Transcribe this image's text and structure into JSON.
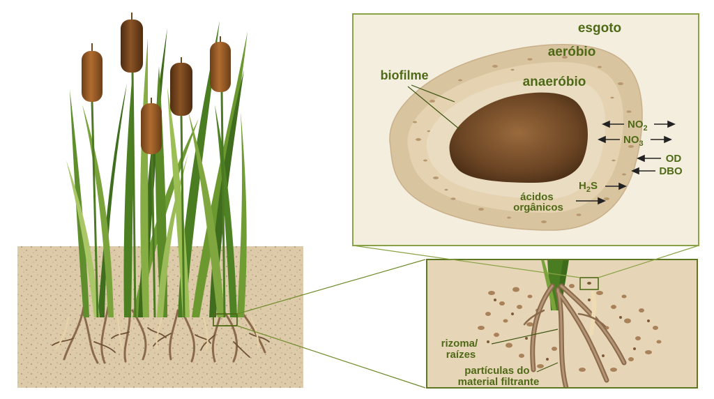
{
  "biofilm_panel": {
    "esgoto": "esgoto",
    "aerobio": "aeróbio",
    "anaerobio": "anaeróbio",
    "biofilme": "biofilme",
    "no2_base": "NO",
    "no2_sub": "2",
    "no3_base": "NO",
    "no3_sub": "3",
    "od": "OD",
    "dbo": "DBO",
    "h2s_pre": "H",
    "h2s_sub": "2",
    "h2s_post": "S",
    "acidos_line1": "ácidos",
    "acidos_line2": "orgânicos"
  },
  "root_panel": {
    "rizoma_line1": "rizoma/",
    "rizoma_line2": "raízes",
    "particulas_line1": "partículas do",
    "particulas_line2": "material filtrante"
  },
  "colors": {
    "accent_green": "#4f6a17",
    "panel_border": "#8aa246",
    "soil": "#dcc9a8",
    "biofilm_core": "#6b4524",
    "root": "#8a6a4a"
  }
}
